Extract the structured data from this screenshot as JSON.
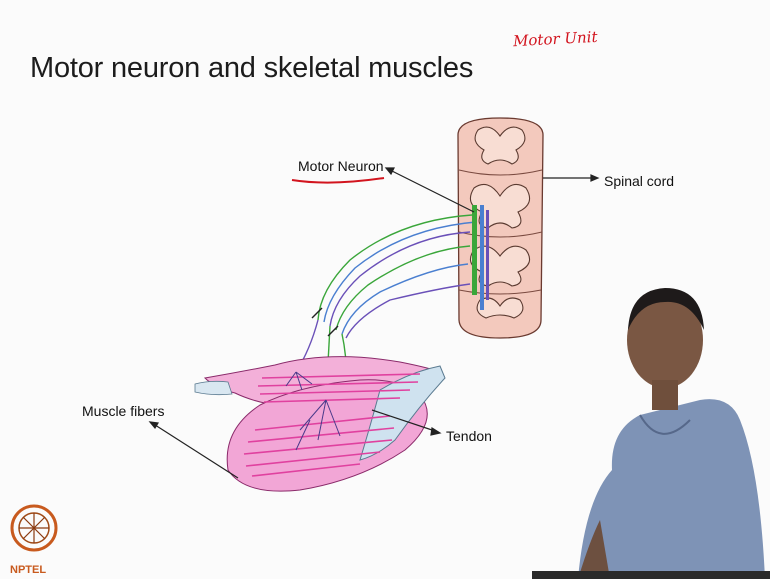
{
  "slide": {
    "title": "Motor neuron and skeletal muscles",
    "handwritten_note": "Motor Unit"
  },
  "labels": {
    "motor_neuron": "Motor Neuron",
    "spinal_cord": "Spinal cord",
    "muscle_fibers": "Muscle fibers",
    "tendon": "Tendon"
  },
  "logo": {
    "text": "NPTEL"
  },
  "colors": {
    "spinal_cord_fill": "#f3c9bd",
    "muscle_fill": "#f2a6d6",
    "muscle_fibers": "#e0419f",
    "tendon_fill": "#cfe2ef",
    "neuron_green": "#3aa63a",
    "neuron_blue": "#4a7fd0",
    "neuron_purple": "#6a50b8",
    "annotation_red": "#d2141e"
  }
}
